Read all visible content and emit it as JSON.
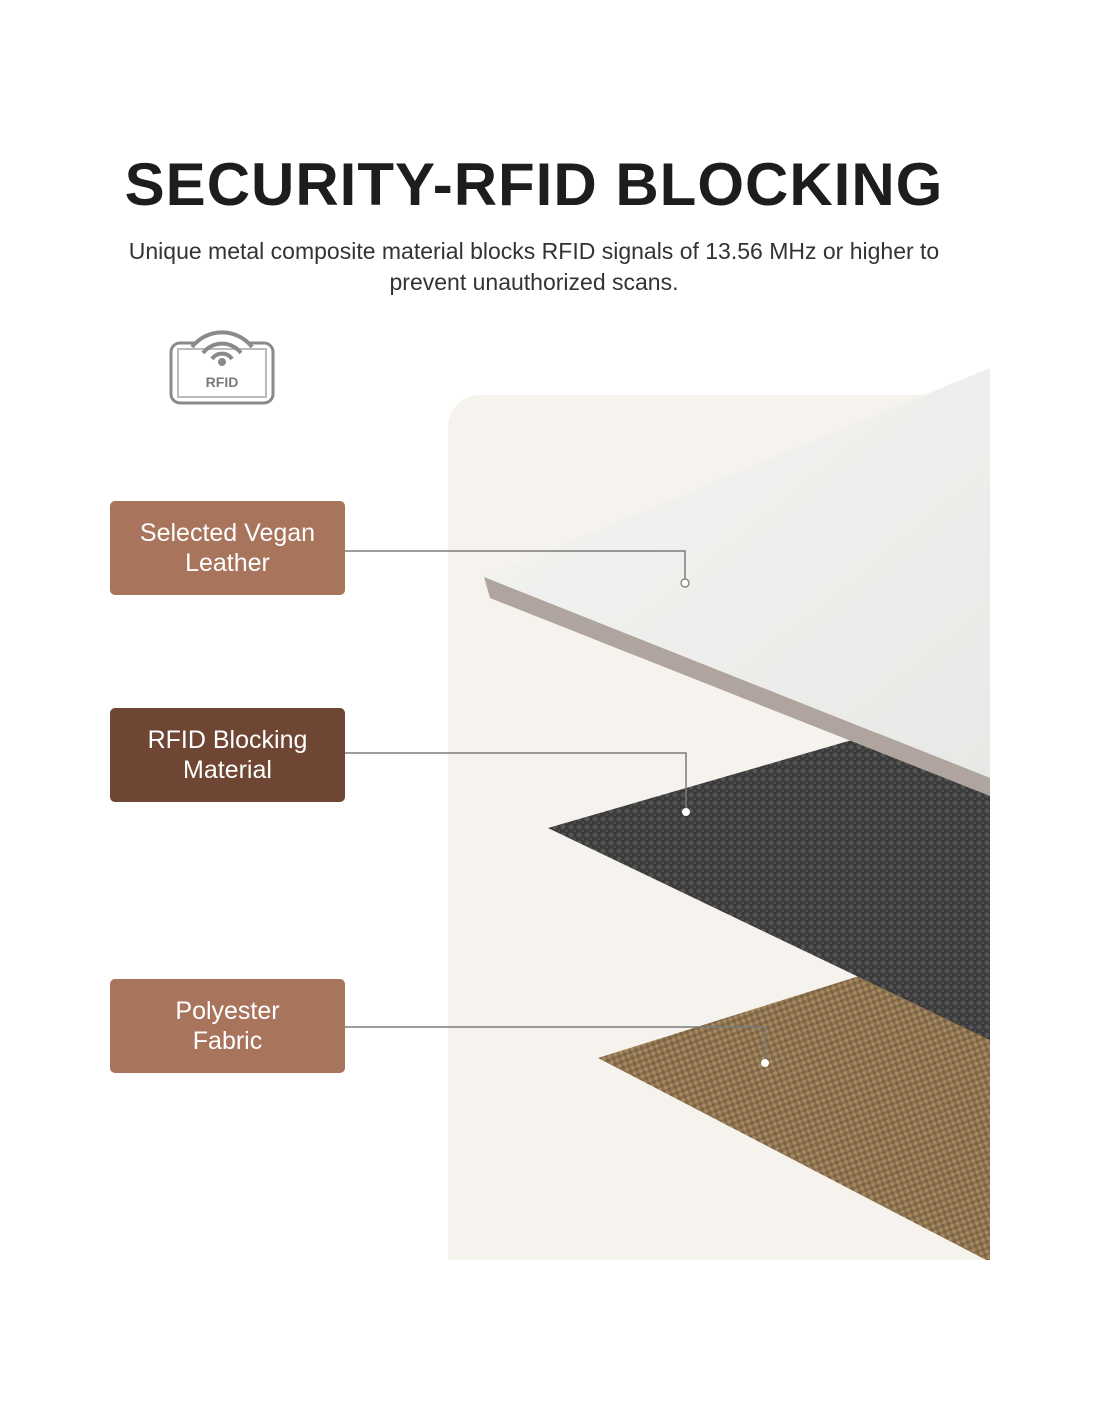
{
  "header": {
    "title": "SECURITY-RFID BLOCKING",
    "subtitle": "Unique metal composite material blocks RFID signals of 13.56 MHz or higher to prevent unauthorized scans."
  },
  "badge": {
    "icon": "rfid-icon",
    "text": "RFID"
  },
  "layers": [
    {
      "label": "Selected Vegan Leather",
      "color": "#a8745c"
    },
    {
      "label": "RFID Blocking Material",
      "color": "#6e4633"
    },
    {
      "label": "Polyester Fabric",
      "color": "#a8745c"
    }
  ]
}
